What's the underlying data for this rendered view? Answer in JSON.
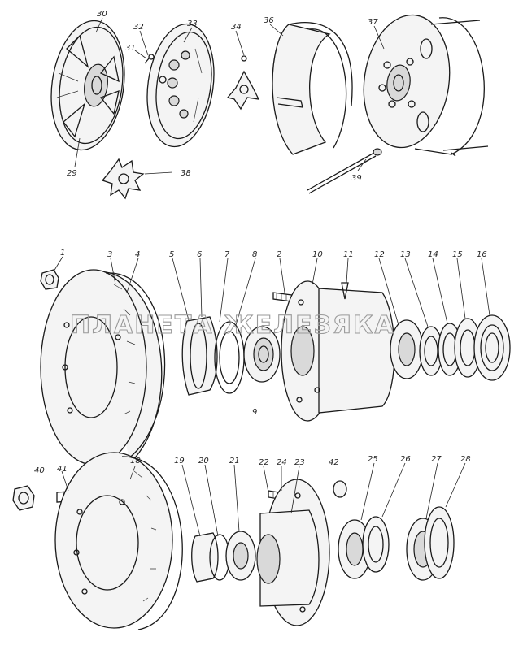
{
  "diagram": {
    "watermark": "ПЛАНЕТА ЖЕЛЕЗЯКА",
    "labels": {
      "l30": "30",
      "l32": "32",
      "l31": "31",
      "l33": "33",
      "l34": "34",
      "l36": "36",
      "l37": "37",
      "l29": "29",
      "l38": "38",
      "l39": "39",
      "l1": "1",
      "l3": "3",
      "l4": "4",
      "l5": "5",
      "l6": "6",
      "l7": "7",
      "l8": "8",
      "l2": "2",
      "l10": "10",
      "l11": "11",
      "l12": "12",
      "l13": "13",
      "l14": "14",
      "l15": "15",
      "l16": "16",
      "l9": "9",
      "l40": "40",
      "l41": "41",
      "l18": "18",
      "l19": "19",
      "l20": "20",
      "l21": "21",
      "l22": "22",
      "l24": "24",
      "l23": "23",
      "l42": "42",
      "l25": "25",
      "l26": "26",
      "l27": "27",
      "l28": "28"
    }
  }
}
